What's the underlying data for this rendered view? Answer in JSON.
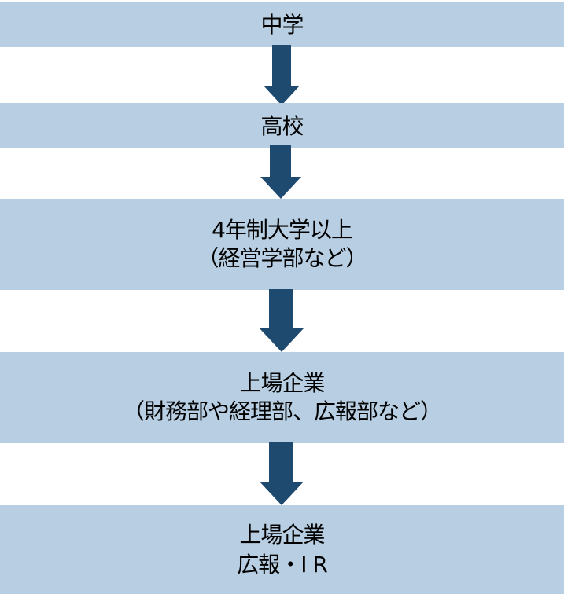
{
  "colors": {
    "box_fill": "#B8CFE3",
    "arrow_fill": "#1F4A70",
    "text": "#000000",
    "background": "#FFFFFF"
  },
  "steps": [
    {
      "lines": [
        "中学"
      ]
    },
    {
      "lines": [
        "高校"
      ]
    },
    {
      "lines": [
        "4年制大学以上",
        "（経営学部など）"
      ]
    },
    {
      "lines": [
        "上場企業",
        "（財務部や経理部、広報部など）"
      ]
    },
    {
      "lines": [
        "上場企業",
        "広報・I R"
      ]
    }
  ],
  "connectors": [
    {
      "from": 1,
      "to": 2,
      "icon": "down-arrow"
    },
    {
      "from": 2,
      "to": 3,
      "icon": "down-arrow"
    },
    {
      "from": 3,
      "to": 4,
      "icon": "down-arrow"
    },
    {
      "from": 4,
      "to": 5,
      "icon": "down-arrow"
    }
  ]
}
